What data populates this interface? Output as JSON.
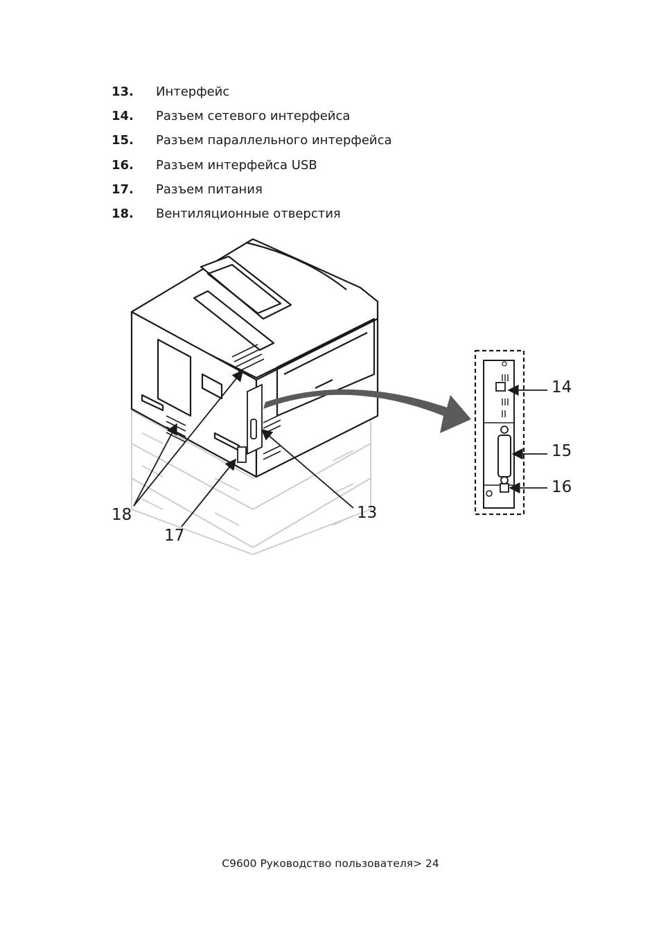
{
  "legend": [
    {
      "num": "13.",
      "text": "Интерфейс"
    },
    {
      "num": "14.",
      "text": "Разъем сетевого интерфейса"
    },
    {
      "num": "15.",
      "text": "Разъем параллельного интерфейса"
    },
    {
      "num": "16.",
      "text": "Разъем интерфейса USB"
    },
    {
      "num": "17.",
      "text": "Разъем питания"
    },
    {
      "num": "18.",
      "text": "Вентиляционные отверстия"
    }
  ],
  "figure": {
    "callouts": {
      "c13": "13",
      "c14": "14",
      "c15": "15",
      "c16": "16",
      "c17": "17",
      "c18": "18"
    }
  },
  "footer": {
    "text": "C9600 Руководство пользователя> 24"
  }
}
